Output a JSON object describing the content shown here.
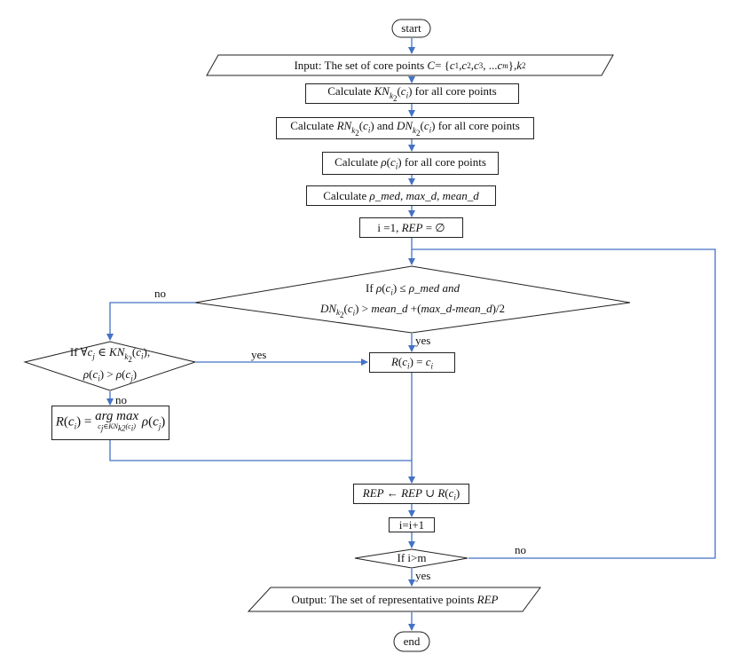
{
  "nodes": {
    "start": "start",
    "input": "Input: The set of core points",
    "input_math": "C= {c1, c2, c3, ...cm}, k2",
    "calc_kn": "Calculate KNk2(ci) for all core points",
    "calc_rn_dn": "Calculate RNk2(ci) and DNk2(ci) for all core points",
    "calc_rho": "Calculate ρ(ci) for all core points",
    "calc_med": "Calculate ρ_med, max_d, mean_d",
    "init": "i =1, REP = ∅",
    "cond_main_l1": "If ρ(ci) ≤ ρ_med and",
    "cond_main_l2": "DNk2(ci) > mean_d +(max_d-mean_d)/2",
    "cond_neighbors_l1": "If ∀cj ∈ KNk2(ci),",
    "cond_neighbors_l2": "ρ(ci) > ρ(cj)",
    "assign_self": "R(ci) = ci",
    "assign_max": "R(ci) = arg max ρ(cj)",
    "assign_max_sub": "cj∈KNk2(ci)",
    "union": "REP ← REP ∪ R(ci)",
    "increment": "i=i+1",
    "cond_end": "If i>m",
    "output": "Output: The set of representative points REP",
    "end": "end"
  },
  "labels": {
    "no_main": "no",
    "yes_main": "yes",
    "yes_neighbors": "yes",
    "no_neighbors": "no",
    "no_end": "no",
    "yes_end": "yes"
  },
  "colors": {
    "arrow": "#4472C4",
    "border": "#222222"
  }
}
